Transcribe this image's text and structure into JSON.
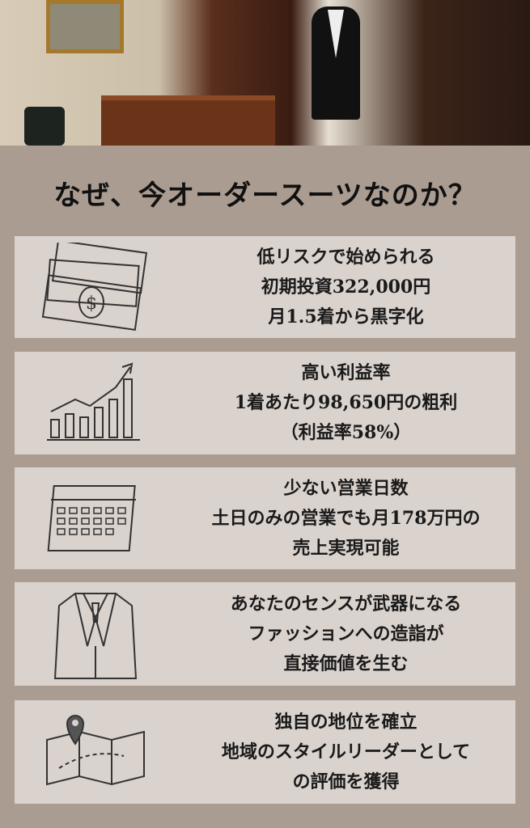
{
  "title": "なぜ、今オーダースーツなのか？",
  "cards": [
    {
      "icon": "money-icon",
      "lines": [
        "低リスクで始められる",
        "初期投資322,000円",
        "月1.5着から黒字化"
      ]
    },
    {
      "icon": "growth-chart-icon",
      "lines": [
        "高い利益率",
        "1着あたり98,650円の粗利",
        "（利益率58%）"
      ]
    },
    {
      "icon": "calendar-icon",
      "lines": [
        "少ない営業日数",
        "土日のみの営業でも月178万円の",
        "売上実現可能"
      ]
    },
    {
      "icon": "suit-icon",
      "lines": [
        "あなたのセンスが武器になる",
        "ファッションへの造詣が",
        "直接価値を生む"
      ]
    },
    {
      "icon": "map-pin-icon",
      "lines": [
        "独自の地位を確立",
        "地域のスタイルリーダーとして",
        "の評価を獲得"
      ]
    }
  ]
}
